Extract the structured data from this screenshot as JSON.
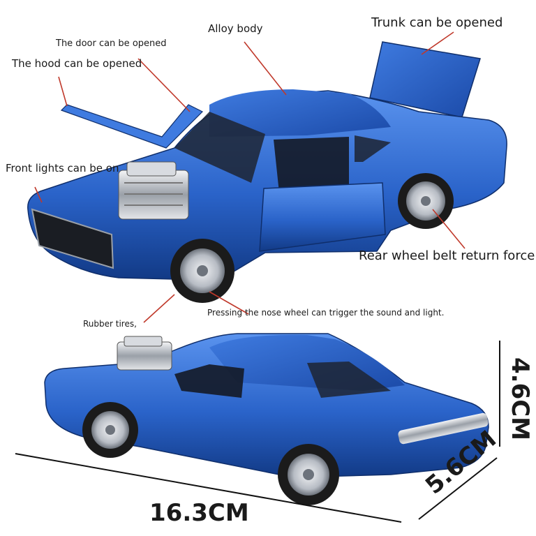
{
  "annotations": {
    "alloy_body": "Alloy body",
    "trunk": "Trunk can be opened",
    "door": "The door can be opened",
    "hood": "The hood can be opened",
    "front_lights": "Front lights can be on",
    "rear_wheel": "Rear wheel belt return force",
    "nose_wheel": "Pressing the nose wheel can trigger the sound and light.",
    "rubber_tires": "Rubber tires,"
  },
  "dimensions": {
    "length": "16.3CM",
    "width": "5.6CM",
    "height": "4.6CM"
  },
  "colors": {
    "car_body": "#2a63c9",
    "car_dark": "#123a86",
    "car_light": "#5a93ee",
    "leader_line": "#c0392b",
    "chrome": "#c9cdd3"
  }
}
